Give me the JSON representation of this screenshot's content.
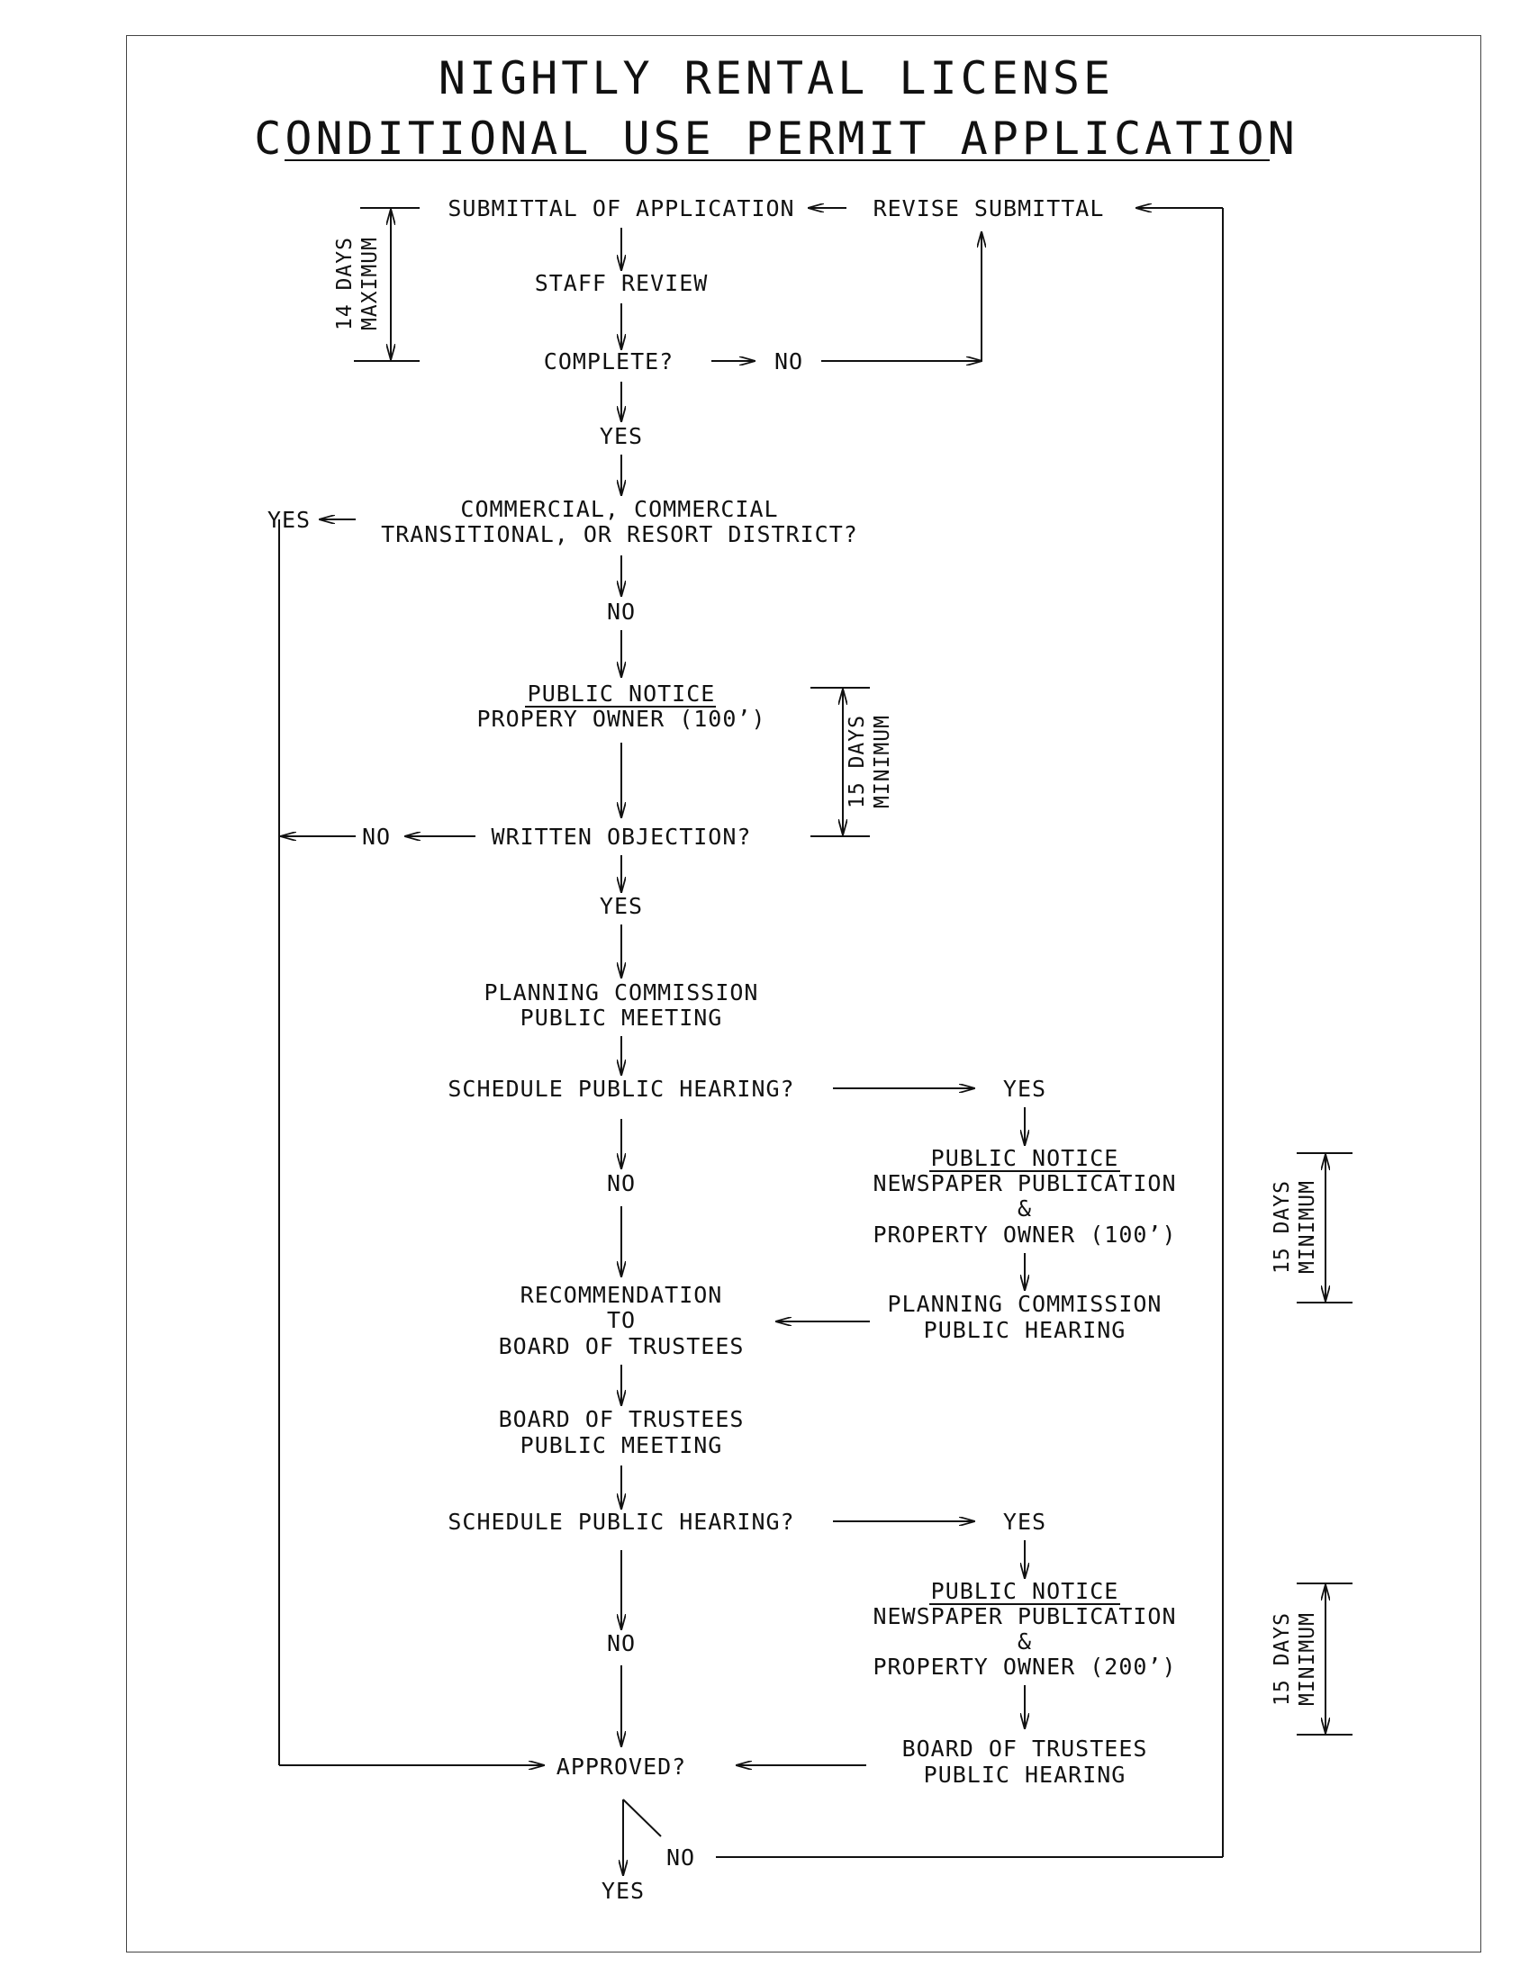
{
  "title": {
    "line1": "NIGHTLY RENTAL LICENSE",
    "line2": "CONDITIONAL USE PERMIT APPLICATION"
  },
  "nodes": {
    "submittal": "SUBMITTAL OF APPLICATION",
    "revise": "REVISE SUBMITTAL",
    "staff_review": "STAFF REVIEW",
    "complete": "COMPLETE?",
    "complete_no": "NO",
    "complete_yes": "YES",
    "district_line1": "COMMERCIAL, COMMERCIAL",
    "district_line2": "TRANSITIONAL, OR RESORT DISTRICT?",
    "district_yes": "YES",
    "district_no": "NO",
    "notice1_head": "PUBLIC NOTICE",
    "notice1_body": "PROPERY OWNER (100’)",
    "written_objection": "WRITTEN OBJECTION?",
    "objection_no": "NO",
    "objection_yes": "YES",
    "pc_meeting_line1": "PLANNING COMMISSION",
    "pc_meeting_line2": "PUBLIC MEETING",
    "schedule1": "SCHEDULE PUBLIC HEARING?",
    "schedule1_yes": "YES",
    "schedule1_no": "NO",
    "notice2_head": "PUBLIC NOTICE",
    "notice2_line1": "NEWSPAPER PUBLICATION",
    "notice2_amp": "&",
    "notice2_line2": "PROPERTY OWNER (100’)",
    "pc_hearing_line1": "PLANNING COMMISSION",
    "pc_hearing_line2": "PUBLIC HEARING",
    "recommend_line1": "RECOMMENDATION",
    "recommend_line2": "TO",
    "recommend_line3": "BOARD OF TRUSTEES",
    "bot_meeting_line1": "BOARD OF TRUSTEES",
    "bot_meeting_line2": "PUBLIC MEETING",
    "schedule2": "SCHEDULE PUBLIC HEARING?",
    "schedule2_yes": "YES",
    "schedule2_no": "NO",
    "notice3_head": "PUBLIC NOTICE",
    "notice3_line1": "NEWSPAPER PUBLICATION",
    "notice3_amp": "&",
    "notice3_line2": "PROPERTY OWNER (200’)",
    "bot_hearing_line1": "BOARD OF TRUSTEES",
    "bot_hearing_line2": "PUBLIC HEARING",
    "approved": "APPROVED?",
    "approved_no": "NO",
    "approved_yes": "YES"
  },
  "durations": {
    "d14_line1": "14 DAYS",
    "d14_line2": "MAXIMUM",
    "d15a_line1": "15 DAYS",
    "d15a_line2": "MINIMUM",
    "d15b_line1": "15 DAYS",
    "d15b_line2": "MINIMUM",
    "d15c_line1": "15 DAYS",
    "d15c_line2": "MINIMUM"
  }
}
